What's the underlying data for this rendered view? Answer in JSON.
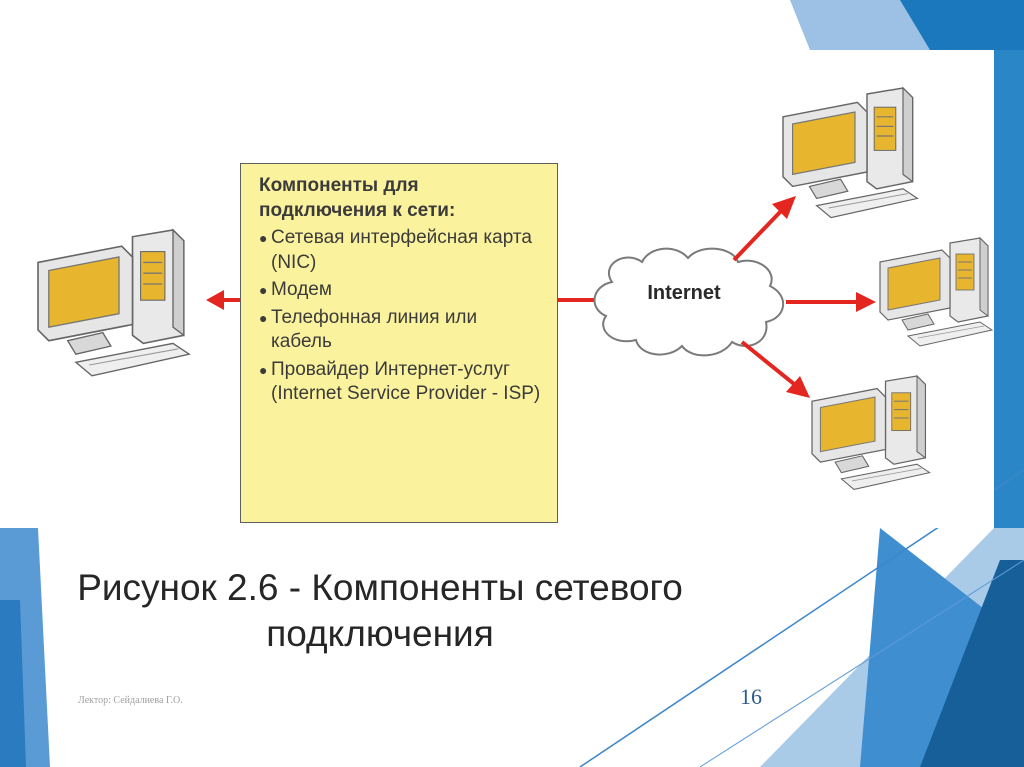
{
  "colors": {
    "accent_blue": "#1f7fc0",
    "light_blue": "#a9cbe8",
    "dark_blue": "#175f99",
    "box_fill": "#fbf29d",
    "arrow_red": "#e3261f",
    "screen_yellow": "#e8b62e"
  },
  "diagram": {
    "box": {
      "title": "Компоненты для подключения к сети:",
      "items": [
        "Сетевая интерфейсная карта (NIC)",
        "Модем",
        "Телефонная линия или кабель",
        "Провайдер Интернет-услуг (Internet Service Provider - ISP)"
      ]
    },
    "cloud_label": "Internet",
    "icons": [
      "computer-icon",
      "cloud-icon",
      "arrow-icon"
    ]
  },
  "caption": "Рисунок 2.6 - Компоненты сетевого подключения",
  "footer": {
    "author": "Лектор: Сейдалиева Г.О.",
    "page": "16"
  }
}
